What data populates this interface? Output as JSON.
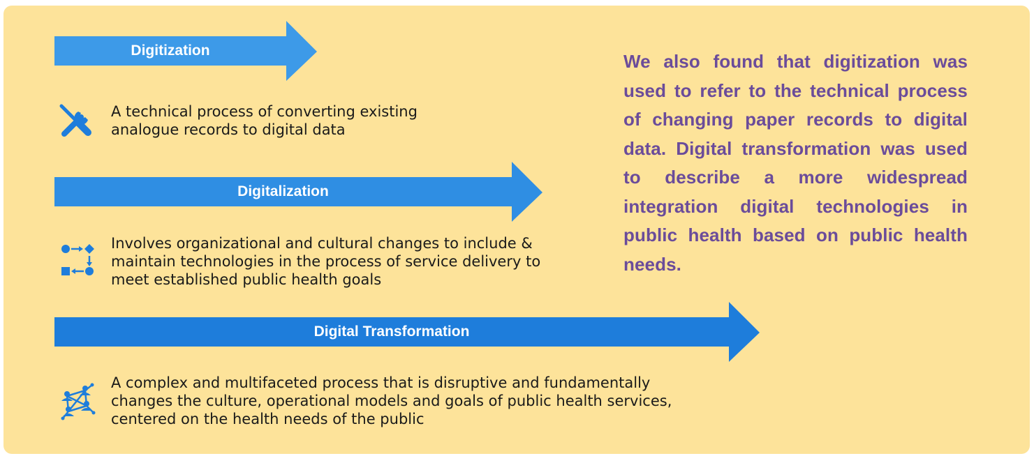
{
  "colors": {
    "background": "#fde39a",
    "arrow_1": "#3d9ae8",
    "arrow_2": "#2f8ee3",
    "arrow_3": "#1e7ddb",
    "icon": "#1e7ddb",
    "summary_text": "#6b4c9a"
  },
  "stages": [
    {
      "title": "Digitization",
      "icon": "tools-icon",
      "lines": [
        "A technical process of converting existing",
        "analogue records to digital data"
      ]
    },
    {
      "title": "Digitalization",
      "icon": "process-flow-icon",
      "lines": [
        "Involves organizational and cultural changes to include &",
        "maintain technologies in the process of service delivery to",
        "meet established public health goals"
      ]
    },
    {
      "title": "Digital Transformation",
      "icon": "network-people-icon",
      "lines": [
        "A complex and multifaceted process that is disruptive and fundamentally",
        "changes the culture, operational models and goals of public health services,",
        "centered on the health needs of the public"
      ]
    }
  ],
  "summary": "We also found that digitization was used to refer to the technical process of changing paper records to digital data. Digital transformation was used to describe a more widespread integration digital technologies in public health based on public health needs."
}
